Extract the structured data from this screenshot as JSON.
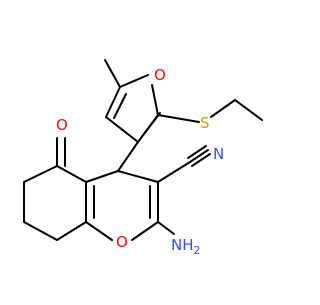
{
  "diagram": {
    "type": "chemical-structure",
    "bond_color": "#000000",
    "colors": {
      "oxygen": "#ff0d0d",
      "nitrogen": "#3050f8",
      "sulfur": "#c8a200"
    },
    "labels": {
      "furan_oxygen": "O",
      "sulfur": "S",
      "ketone_oxygen": "O",
      "nitrile_nitrogen": "N",
      "pyran_oxygen": "O",
      "amino_group": "NH",
      "amino_subscript": "2"
    }
  }
}
